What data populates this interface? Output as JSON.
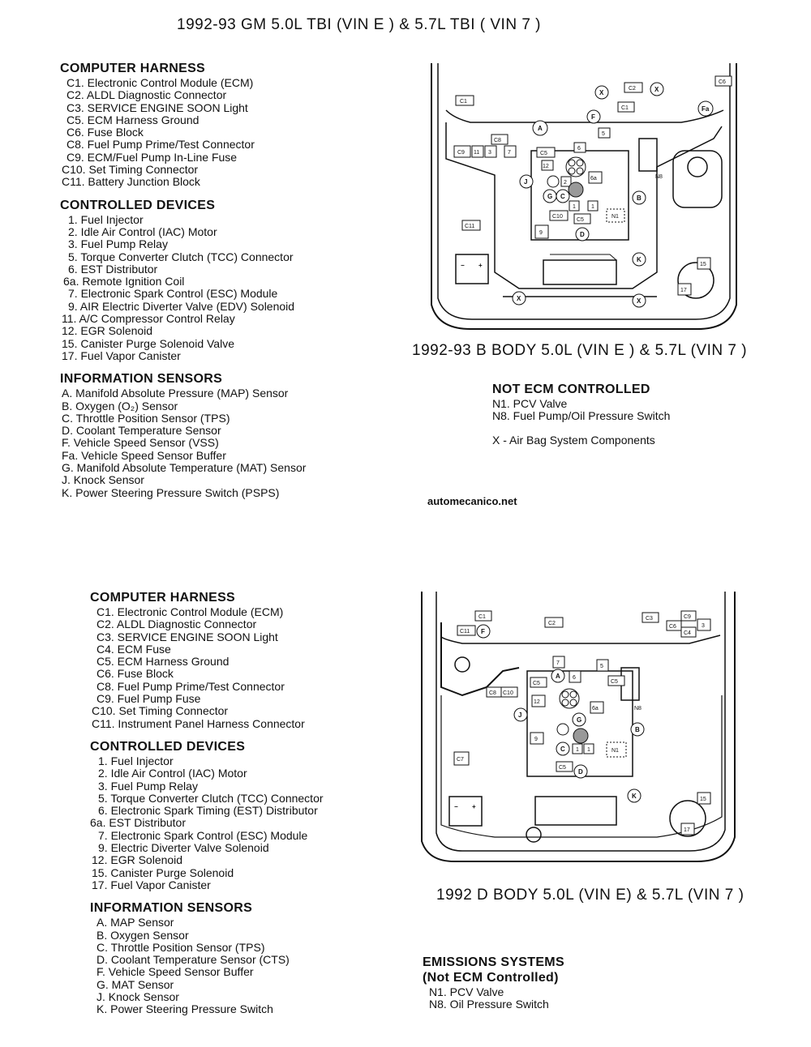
{
  "page_title": "1992-93 GM 5.0L TBI (VIN E ) & 5.7L TBI ( VIN 7 )",
  "top": {
    "diagram_caption": "1992-93 B BODY 5.0L (VIN E ) & 5.7L (VIN 7 )",
    "computer_harness": {
      "heading": "COMPUTER HARNESS",
      "items": [
        "C1. Electronic Control Module (ECM)",
        "C2. ALDL Diagnostic Connector",
        "C3. SERVICE ENGINE SOON Light",
        "C5. ECM Harness Ground",
        "C6. Fuse Block",
        "C8. Fuel Pump Prime/Test Connector",
        "C9. ECM/Fuel Pump In-Line Fuse",
        "C10. Set Timing Connector",
        "C11. Battery Junction Block"
      ]
    },
    "controlled_devices": {
      "heading": "CONTROLLED DEVICES",
      "items": [
        "1. Fuel Injector",
        "2. Idle Air Control (IAC) Motor",
        "3. Fuel Pump Relay",
        "5. Torque Converter Clutch (TCC) Connector",
        "6. EST Distributor",
        "6a. Remote Ignition Coil",
        "7. Electronic Spark Control (ESC) Module",
        "9. AIR Electric Diverter Valve (EDV) Solenoid",
        "11. A/C Compressor Control Relay",
        "12. EGR Solenoid",
        "15. Canister Purge Solenoid Valve",
        "17. Fuel Vapor Canister"
      ]
    },
    "information_sensors": {
      "heading": "INFORMATION SENSORS",
      "items": [
        "A. Manifold Absolute Pressure (MAP) Sensor",
        "B. Oxygen (O₂) Sensor",
        "C. Throttle Position Sensor (TPS)",
        "D. Coolant Temperature Sensor",
        "F. Vehicle Speed Sensor (VSS)",
        "Fa. Vehicle Speed Sensor Buffer",
        "G. Manifold Absolute Temperature (MAT) Sensor",
        "J. Knock Sensor",
        "K. Power Steering Pressure Switch (PSPS)"
      ]
    },
    "not_ecm_controlled": {
      "heading": "NOT ECM CONTROLLED",
      "items": [
        "N1. PCV Valve",
        "N8. Fuel Pump/Oil Pressure Switch"
      ],
      "note": "X - Air Bag System Components"
    },
    "website": "automecanico.net"
  },
  "bottom": {
    "diagram_caption": "1992 D BODY 5.0L (VIN E) & 5.7L (VIN 7 )",
    "computer_harness": {
      "heading": "COMPUTER HARNESS",
      "items": [
        "C1. Electronic Control Module (ECM)",
        "C2. ALDL Diagnostic Connector",
        "C3. SERVICE ENGINE SOON Light",
        "C4. ECM Fuse",
        "C5. ECM Harness Ground",
        "C6. Fuse Block",
        "C8. Fuel Pump Prime/Test Connector",
        "C9. Fuel Pump Fuse",
        "C10. Set Timing Connector",
        "C11. Instrument Panel Harness Connector"
      ]
    },
    "controlled_devices": {
      "heading": "CONTROLLED DEVICES",
      "items": [
        "1. Fuel Injector",
        "2. Idle Air Control (IAC) Motor",
        "3. Fuel Pump Relay",
        "5. Torque Converter Clutch (TCC) Connector",
        "6. Electronic Spark Timing (EST) Distributor",
        "6a. EST Distributor",
        "7. Electronic Spark Control (ESC) Module",
        "9. Electric Diverter Valve Solenoid",
        "12. EGR Solenoid",
        "15. Canister Purge Solenoid",
        "17. Fuel Vapor Canister"
      ]
    },
    "information_sensors": {
      "heading": "INFORMATION SENSORS",
      "items": [
        "A. MAP Sensor",
        "B. Oxygen Sensor",
        "C. Throttle Position Sensor (TPS)",
        "D. Coolant Temperature Sensor (CTS)",
        "F. Vehicle Speed Sensor Buffer",
        "G. MAT Sensor",
        "J. Knock Sensor",
        "K. Power Steering Pressure Switch"
      ]
    },
    "emissions_systems": {
      "heading": "EMISSIONS SYSTEMS",
      "subheading": "(Not ECM Controlled)",
      "items": [
        "N1. PCV Valve",
        "N8. Oil Pressure Switch"
      ]
    }
  },
  "diagram_labels": {
    "top": {
      "C1": "C1",
      "C2": "C2",
      "C6": "C6",
      "Fa": "Fa",
      "X": "X",
      "F": "F",
      "n5": "5",
      "C8": "C8",
      "C9": "C9",
      "n11": "11",
      "n3": "3",
      "n7": "7",
      "A": "A",
      "C5": "C5",
      "n6": "6",
      "n12": "12",
      "J": "J",
      "n2": "2",
      "n6a": "6a",
      "N8": "N8",
      "G": "G",
      "C": "C",
      "n1": "1",
      "B": "B",
      "C10": "C10",
      "N1": "N1",
      "C11": "C11",
      "n9": "9",
      "D": "D",
      "K": "K",
      "n15": "15",
      "n17": "17",
      "minus": "−",
      "plus": "+"
    },
    "bottom": {
      "C1": "C1",
      "C2": "C2",
      "C3": "C3",
      "C9": "C9",
      "C6": "C6",
      "C4": "C4",
      "n3": "3",
      "C11": "C11",
      "F": "F",
      "n7": "7",
      "n5": "5",
      "A": "A",
      "n6": "6",
      "C5": "C5",
      "C8": "C8",
      "C10": "C10",
      "n12": "12",
      "J": "J",
      "n6a": "6a",
      "N8": "N8",
      "G": "G",
      "n9": "9",
      "B": "B",
      "C": "C",
      "n1": "1",
      "N1": "N1",
      "C7": "C7",
      "D": "D",
      "K": "K",
      "n15": "15",
      "n17": "17",
      "minus": "−",
      "plus": "+"
    }
  }
}
